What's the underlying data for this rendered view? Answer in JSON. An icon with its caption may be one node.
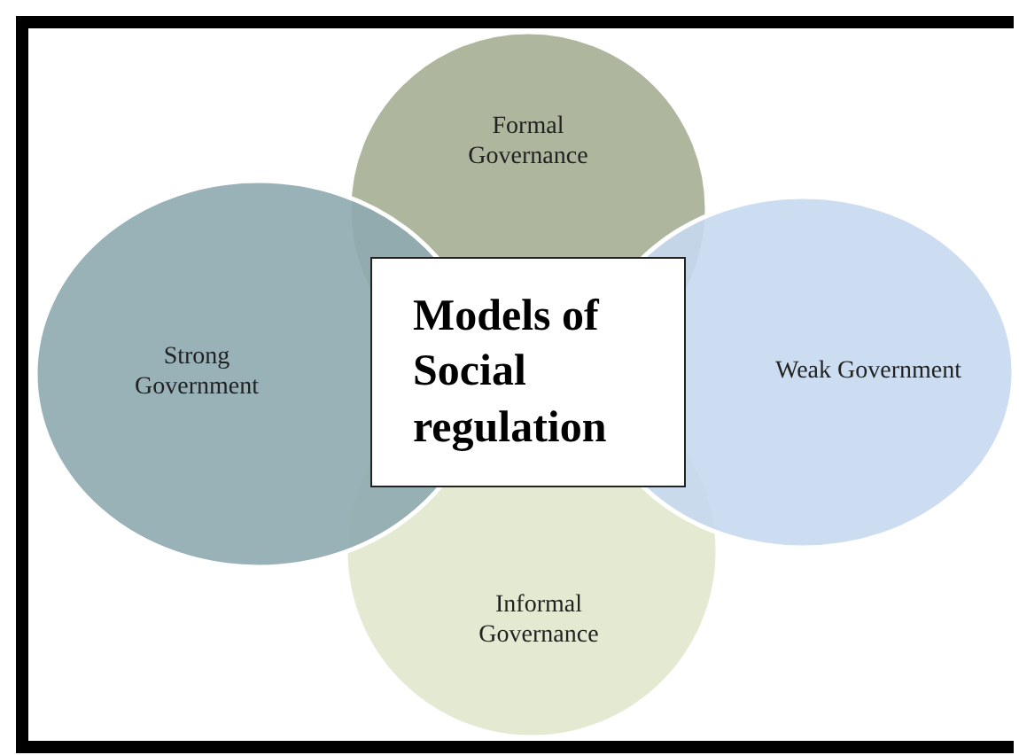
{
  "diagram": {
    "nodes": [
      {
        "text": [
          "Formal Governance"
        ]
      },
      {
        "text": [
          "Strong Government"
        ]
      },
      {
        "text": [
          "Models of Social regulation"
        ]
      },
      {
        "text": [
          "Weak Government"
        ]
      },
      {
        "text": [
          "Informal Governance"
        ]
      }
    ]
  }
}
